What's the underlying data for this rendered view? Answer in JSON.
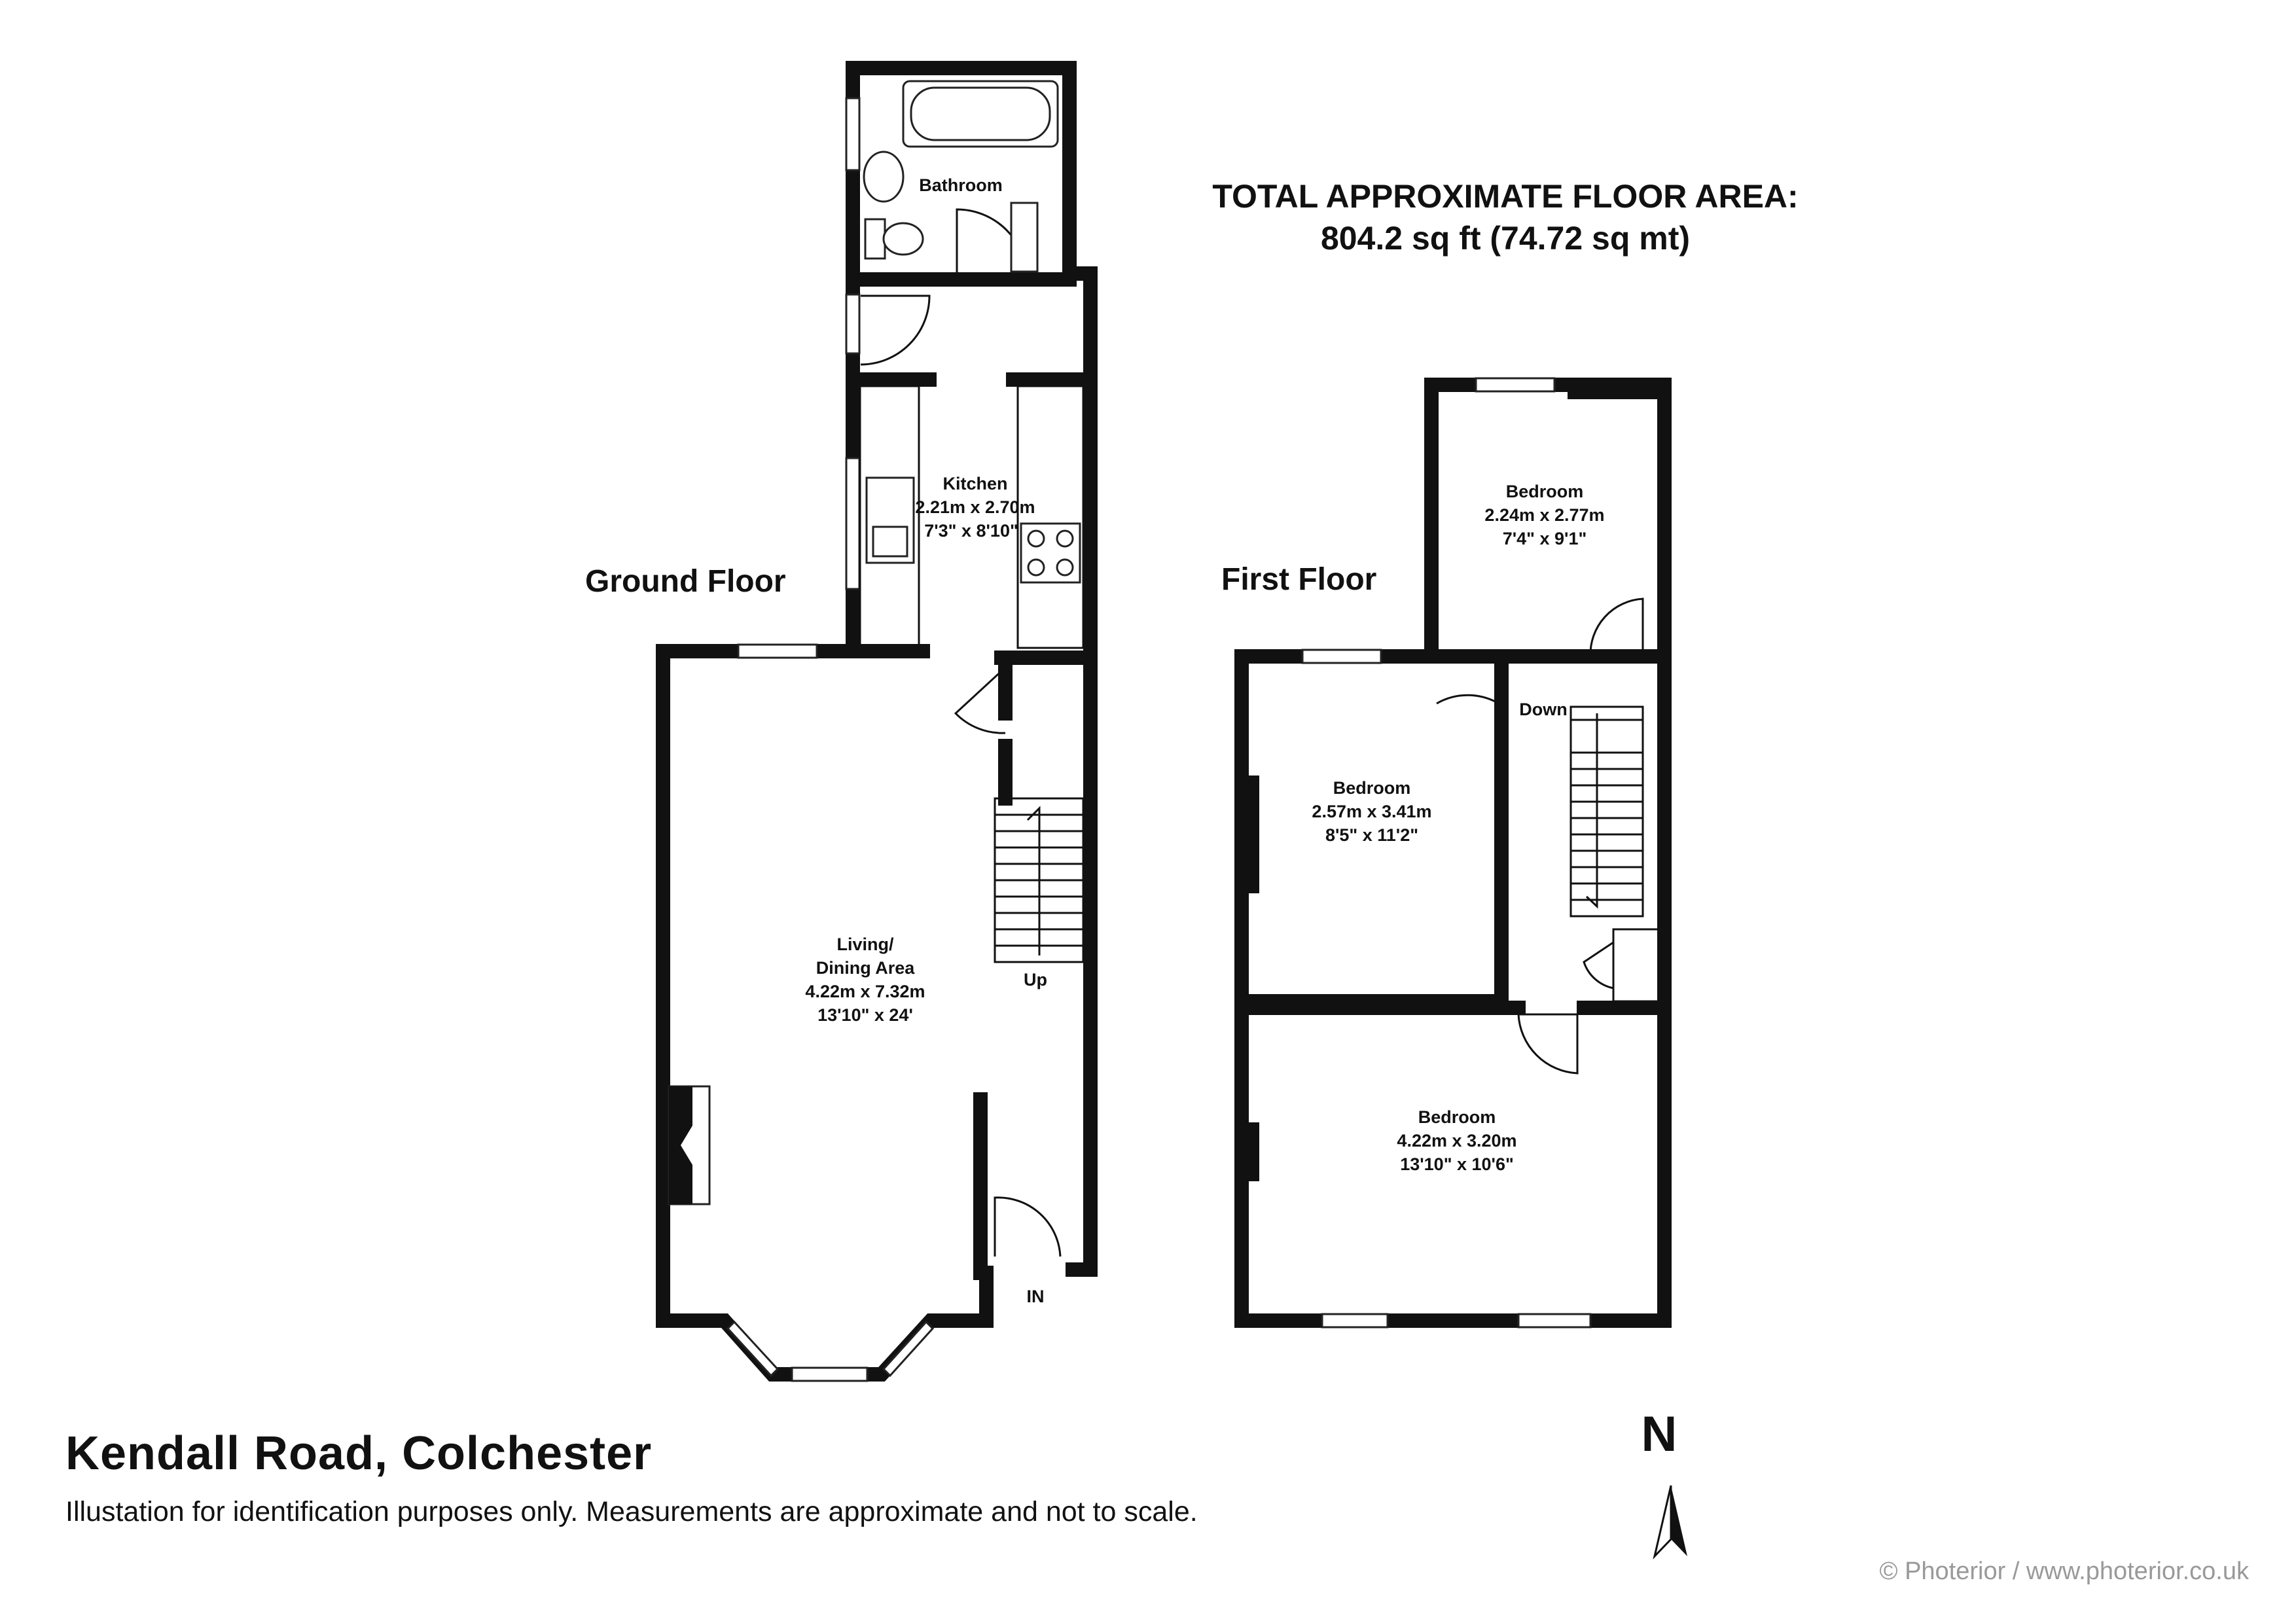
{
  "summary": {
    "area_title": "TOTAL APPROXIMATE FLOOR AREA:",
    "area_value": "804.2 sq ft (74.72 sq mt)"
  },
  "ground_floor": {
    "label": "Ground Floor",
    "bathroom": {
      "name": "Bathroom"
    },
    "kitchen": {
      "name": "Kitchen",
      "metric": "2.21m x 2.70m",
      "imperial": "7'3\"  x 8'10\""
    },
    "living": {
      "name_line1": "Living/",
      "name_line2": "Dining Area",
      "metric": "4.22m x 7.32m",
      "imperial": "13'10\"  x 24'"
    },
    "stairs_label": "Up",
    "entrance_label": "IN"
  },
  "first_floor": {
    "label": "First Floor",
    "bedroom_top": {
      "name": "Bedroom",
      "metric": "2.24m x 2.77m",
      "imperial": "7'4\"  x 9'1\""
    },
    "bedroom_mid": {
      "name": "Bedroom",
      "metric": "2.57m x 3.41m",
      "imperial": "8'5\"  x 11'2\""
    },
    "bedroom_bottom": {
      "name": "Bedroom",
      "metric": "4.22m x 3.20m",
      "imperial": "13'10\"  x 10'6\""
    },
    "stairs_label": "Down"
  },
  "footer": {
    "address": "Kendall Road, Colchester",
    "disclaimer": "Illustation for identification purposes only. Measurements are approximate and not to scale.",
    "copyright": "© Photerior / www.photerior.co.uk",
    "north": "N"
  }
}
